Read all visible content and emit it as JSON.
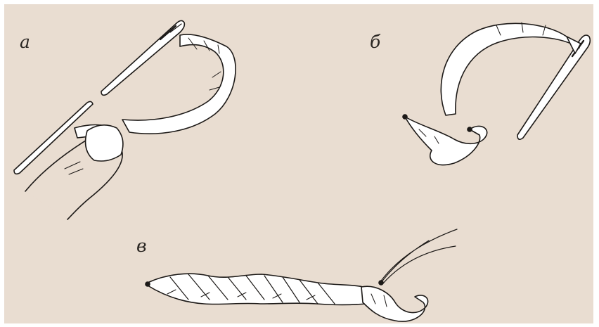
{
  "panel": {
    "background": "#e9ddd1",
    "ink": "#1c1917",
    "ribbon_fill": "#ffffff"
  },
  "labels": {
    "a": "а",
    "b": "б",
    "c": "в"
  }
}
